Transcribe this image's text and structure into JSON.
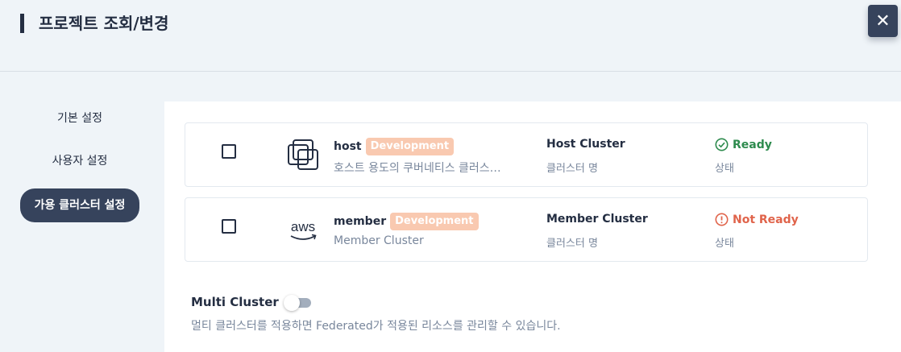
{
  "header": {
    "title": "프로젝트 조회/변경",
    "close_icon": "close-icon"
  },
  "sidebar": {
    "items": [
      {
        "label": "기본 설정"
      },
      {
        "label": "사용자 설정"
      },
      {
        "label": "가용 클러스터 설정"
      }
    ]
  },
  "clusters": [
    {
      "name": "host",
      "badge": "Development",
      "description": "호스트 용도의 쿠버네티스 클러스…",
      "type_value": "Host Cluster",
      "type_label": "클러스터 명",
      "status_value": "Ready",
      "status_label": "상태",
      "icon": "kubernetes-cluster-icon"
    },
    {
      "name": "member",
      "badge": "Development",
      "description": "Member Cluster",
      "type_value": "Member Cluster",
      "type_label": "클러스터 명",
      "status_value": "Not Ready",
      "status_label": "상태",
      "icon": "aws-icon"
    }
  ],
  "multi_cluster": {
    "label": "Multi Cluster",
    "enabled": false,
    "description": "멀티 클러스터를 적용하면 Federated가 적용된 리소스를 관리할 수 있습니다."
  },
  "colors": {
    "badge_bg": "#f9c9b0",
    "ready": "#2e8b4e",
    "not_ready": "#e0644b",
    "active_nav": "#36435c"
  }
}
